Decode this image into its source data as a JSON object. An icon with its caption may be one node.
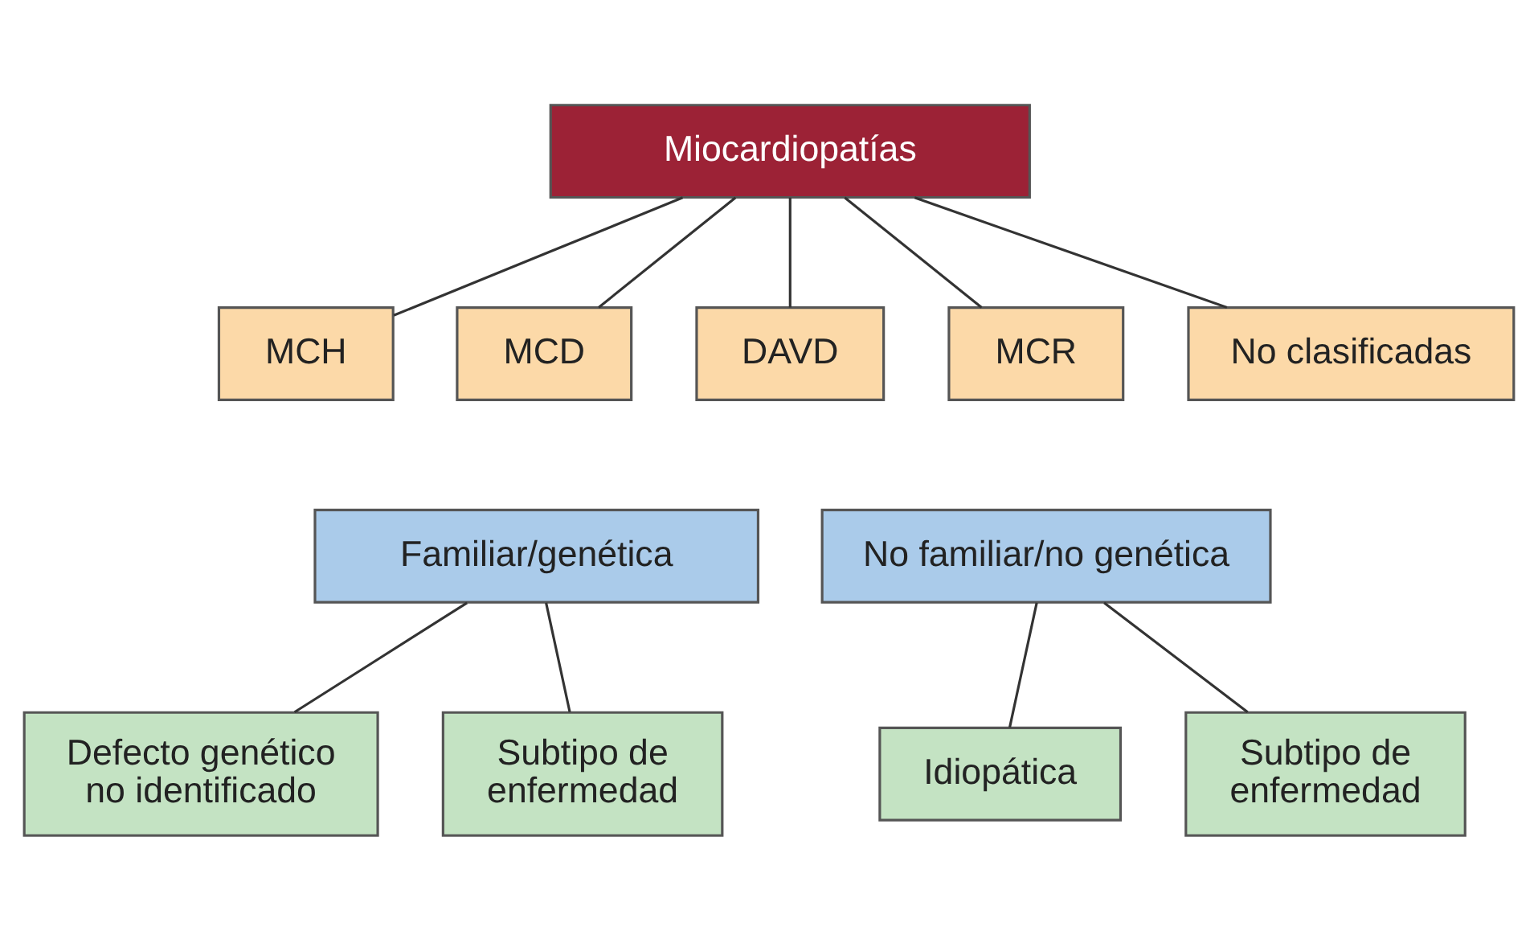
{
  "diagram": {
    "nodes": [
      {
        "text": [
          "Miocardiopatías"
        ]
      },
      {
        "text": [
          "MCH"
        ]
      },
      {
        "text": [
          "MCD"
        ]
      },
      {
        "text": [
          "DAVD"
        ]
      },
      {
        "text": [
          "MCR"
        ]
      },
      {
        "text": [
          "No clasificadas"
        ]
      },
      {
        "text": [
          "Familiar/genética"
        ]
      },
      {
        "text": [
          "No familiar/no genética"
        ]
      },
      {
        "text": [
          "Defecto genético no identificado"
        ]
      },
      {
        "text": [
          "Subtipo de enfermedad"
        ]
      },
      {
        "text": [
          "Idiopática"
        ]
      },
      {
        "text": [
          "Subtipo de enfermedad"
        ]
      }
    ],
    "edges": [
      {
        "from": 0,
        "to": 1,
        "arrow": "none"
      },
      {
        "from": 0,
        "to": 2,
        "arrow": "none"
      },
      {
        "from": 0,
        "to": 3,
        "arrow": "none"
      },
      {
        "from": 0,
        "to": 4,
        "arrow": "none"
      },
      {
        "from": 0,
        "to": 5,
        "arrow": "none"
      },
      {
        "from": 6,
        "to": 8,
        "arrow": "none"
      },
      {
        "from": 6,
        "to": 9,
        "arrow": "none"
      },
      {
        "from": 7,
        "to": 10,
        "arrow": "none"
      },
      {
        "from": 7,
        "to": 11,
        "arrow": "none"
      }
    ]
  }
}
